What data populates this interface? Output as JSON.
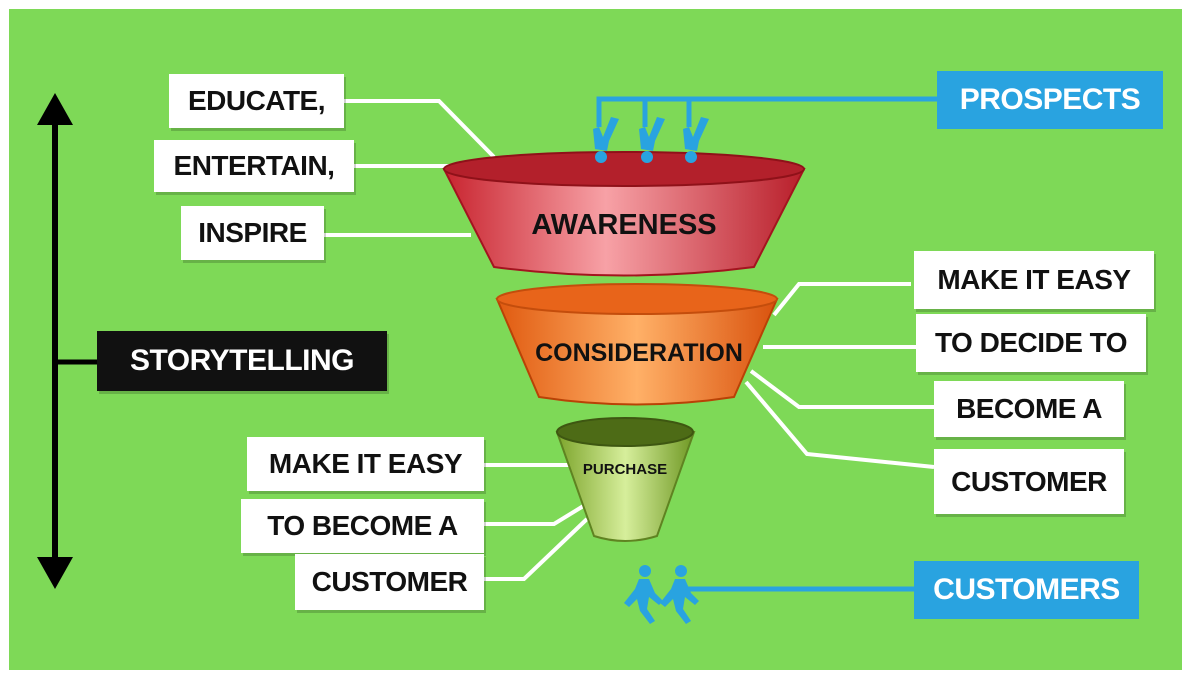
{
  "colors": {
    "background": "#7ed957",
    "awareness": "#e0404a",
    "consideration": "#f07a2a",
    "purchase": "#a8cf5a",
    "accent_blue": "#29a3e0"
  },
  "axis_label": "STORYTELLING",
  "left_top_labels": [
    "EDUCATE,",
    "ENTERTAIN,",
    "INSPIRE"
  ],
  "left_bottom_labels": [
    "MAKE IT EASY",
    "TO BECOME A",
    "CUSTOMER"
  ],
  "right_labels": [
    "MAKE IT EASY",
    "TO DECIDE TO",
    "BECOME A",
    "CUSTOMER"
  ],
  "funnel_stages": [
    "AWARENESS",
    "CONSIDERATION",
    "PURCHASE"
  ],
  "prospects_label": "PROSPECTS",
  "customers_label": "CUSTOMERS",
  "icons": [
    "diving-person-icon",
    "running-person-icon",
    "double-arrow-icon"
  ]
}
